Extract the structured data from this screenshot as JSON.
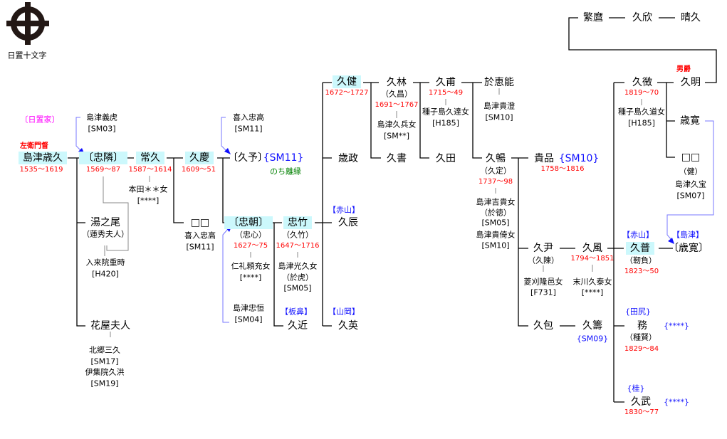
{
  "crest": {
    "name": "日置十文字"
  },
  "family_label": "〔日置家〕",
  "toshihisa": {
    "title": "左衛門督",
    "name": "島津歳久",
    "years": "1535～1619"
  },
  "yoshitora": {
    "name": "島津義虎",
    "ref": "[SM03]"
  },
  "tadachika": {
    "name": "〔忠隣〕",
    "years": "1569～87"
  },
  "tsunehisa": {
    "name": "常久",
    "years": "1587～1614",
    "wife": "本田＊＊女",
    "wife_ref": "[****]"
  },
  "hisayoshi": {
    "name": "久慶",
    "years": "1609～51"
  },
  "kiire1": {
    "name": "喜入忠高",
    "ref": "[SM11]"
  },
  "hisayo": {
    "name": "〔久予〕",
    "ref": "{SM11}",
    "note": "のち離縁"
  },
  "unknown1": {
    "name": "□□",
    "spouse": "喜入忠高",
    "ref": "[SM11]"
  },
  "yunoo": {
    "name": "湯之尾",
    "alias": "（蓮秀夫人）",
    "spouse": "入来院重時",
    "ref": "[H420]"
  },
  "hanaya": {
    "name": "花屋夫人",
    "spouse1": "北郷三久",
    "ref1": "[SM17]",
    "spouse2": "伊集院久洪",
    "ref2": "[SM19]"
  },
  "tadatomo": {
    "name": "〔忠朝〕",
    "alias": "（忠心）",
    "years": "1627～75",
    "wife": "仁礼頼充女",
    "wife_ref": "[****]"
  },
  "tadatsune": {
    "name": "島津忠恒",
    "ref": "[SM04]"
  },
  "tadatake": {
    "name": "忠竹",
    "alias": "（久竹）",
    "years": "1647～1716",
    "wife": "島津光久女",
    "wife_alias": "（於虎）",
    "wife_ref": "[SM05]"
  },
  "hisachika": {
    "house": "【板鼻】",
    "name": "久近"
  },
  "hisatoki": {
    "house": "【赤山】",
    "name": "久辰"
  },
  "hisahide": {
    "house": "【山岡】",
    "name": "久英"
  },
  "hisatake": {
    "name": "久健",
    "years": "1672～1727"
  },
  "toshimasa": {
    "name": "歳政"
  },
  "hisashige": {
    "name": "久林",
    "alias": "（久昌）",
    "years": "1691～1767",
    "wife": "島津久兵女",
    "wife_ref": "[SM**]"
  },
  "hisanori": {
    "name": "久書"
  },
  "hisasuke": {
    "name": "久甫",
    "years": "1715～49",
    "wife": "種子島久達女",
    "wife_ref": "[H185]"
  },
  "hisada": {
    "name": "久田"
  },
  "oeno": {
    "name": "於恵能",
    "spouse": "島津貴澄",
    "ref": "[SM10]"
  },
  "hisanobu": {
    "name": "久暢",
    "alias": "（久定）",
    "years": "1737～98",
    "wife1": "島津吉貴女",
    "wife1_alias": "（於徳）",
    "wife1_ref": "[SM05]",
    "wife2": "島津貴倚女",
    "wife2_ref": "[SM10]"
  },
  "takakatsu": {
    "name": "貴品",
    "ref": "{SM10}",
    "years": "1758～1816"
  },
  "hisatada": {
    "name": "久尹",
    "alias": "（久陳）",
    "wife": "菱刈隆邑女",
    "wife_ref": "[F731]"
  },
  "hisakaze": {
    "name": "久風",
    "years": "1794～1851",
    "wife": "末川久泰女",
    "wife_ref": "[****]"
  },
  "hisakane": {
    "name": "久包"
  },
  "hisakazu": {
    "name": "久籌",
    "ref": "{SM09}"
  },
  "hisahiro": {
    "house": "【赤山】",
    "name": "久普",
    "alias": "（靭負）",
    "years": "1823～50"
  },
  "toshihiro_adopt": {
    "house": "【島津】",
    "name": "〔歳寛〕"
  },
  "tsutomu": {
    "house": "{田尻}",
    "name": "務",
    "alias": "（種賢）",
    "years": "1829～84",
    "ref": "{****}"
  },
  "hisatake2": {
    "house": "{桂}",
    "name": "久武",
    "years": "1830～77",
    "ref": "{****}"
  },
  "hisanaga": {
    "name": "久徴",
    "years": "1819～70",
    "wife": "種子島久道女",
    "wife_ref": "[H185]"
  },
  "hisaaki": {
    "title": "男爵",
    "name": "久明"
  },
  "toshihiro": {
    "name": "歳寛"
  },
  "unknown2": {
    "name": "□□",
    "alias": "（健）",
    "spouse": "島津久宝",
    "ref": "[SM07]"
  },
  "shigemaro": {
    "name": "繁麿"
  },
  "hisayoshi2": {
    "name": "久欣"
  },
  "haruhisa": {
    "name": "晴久"
  }
}
